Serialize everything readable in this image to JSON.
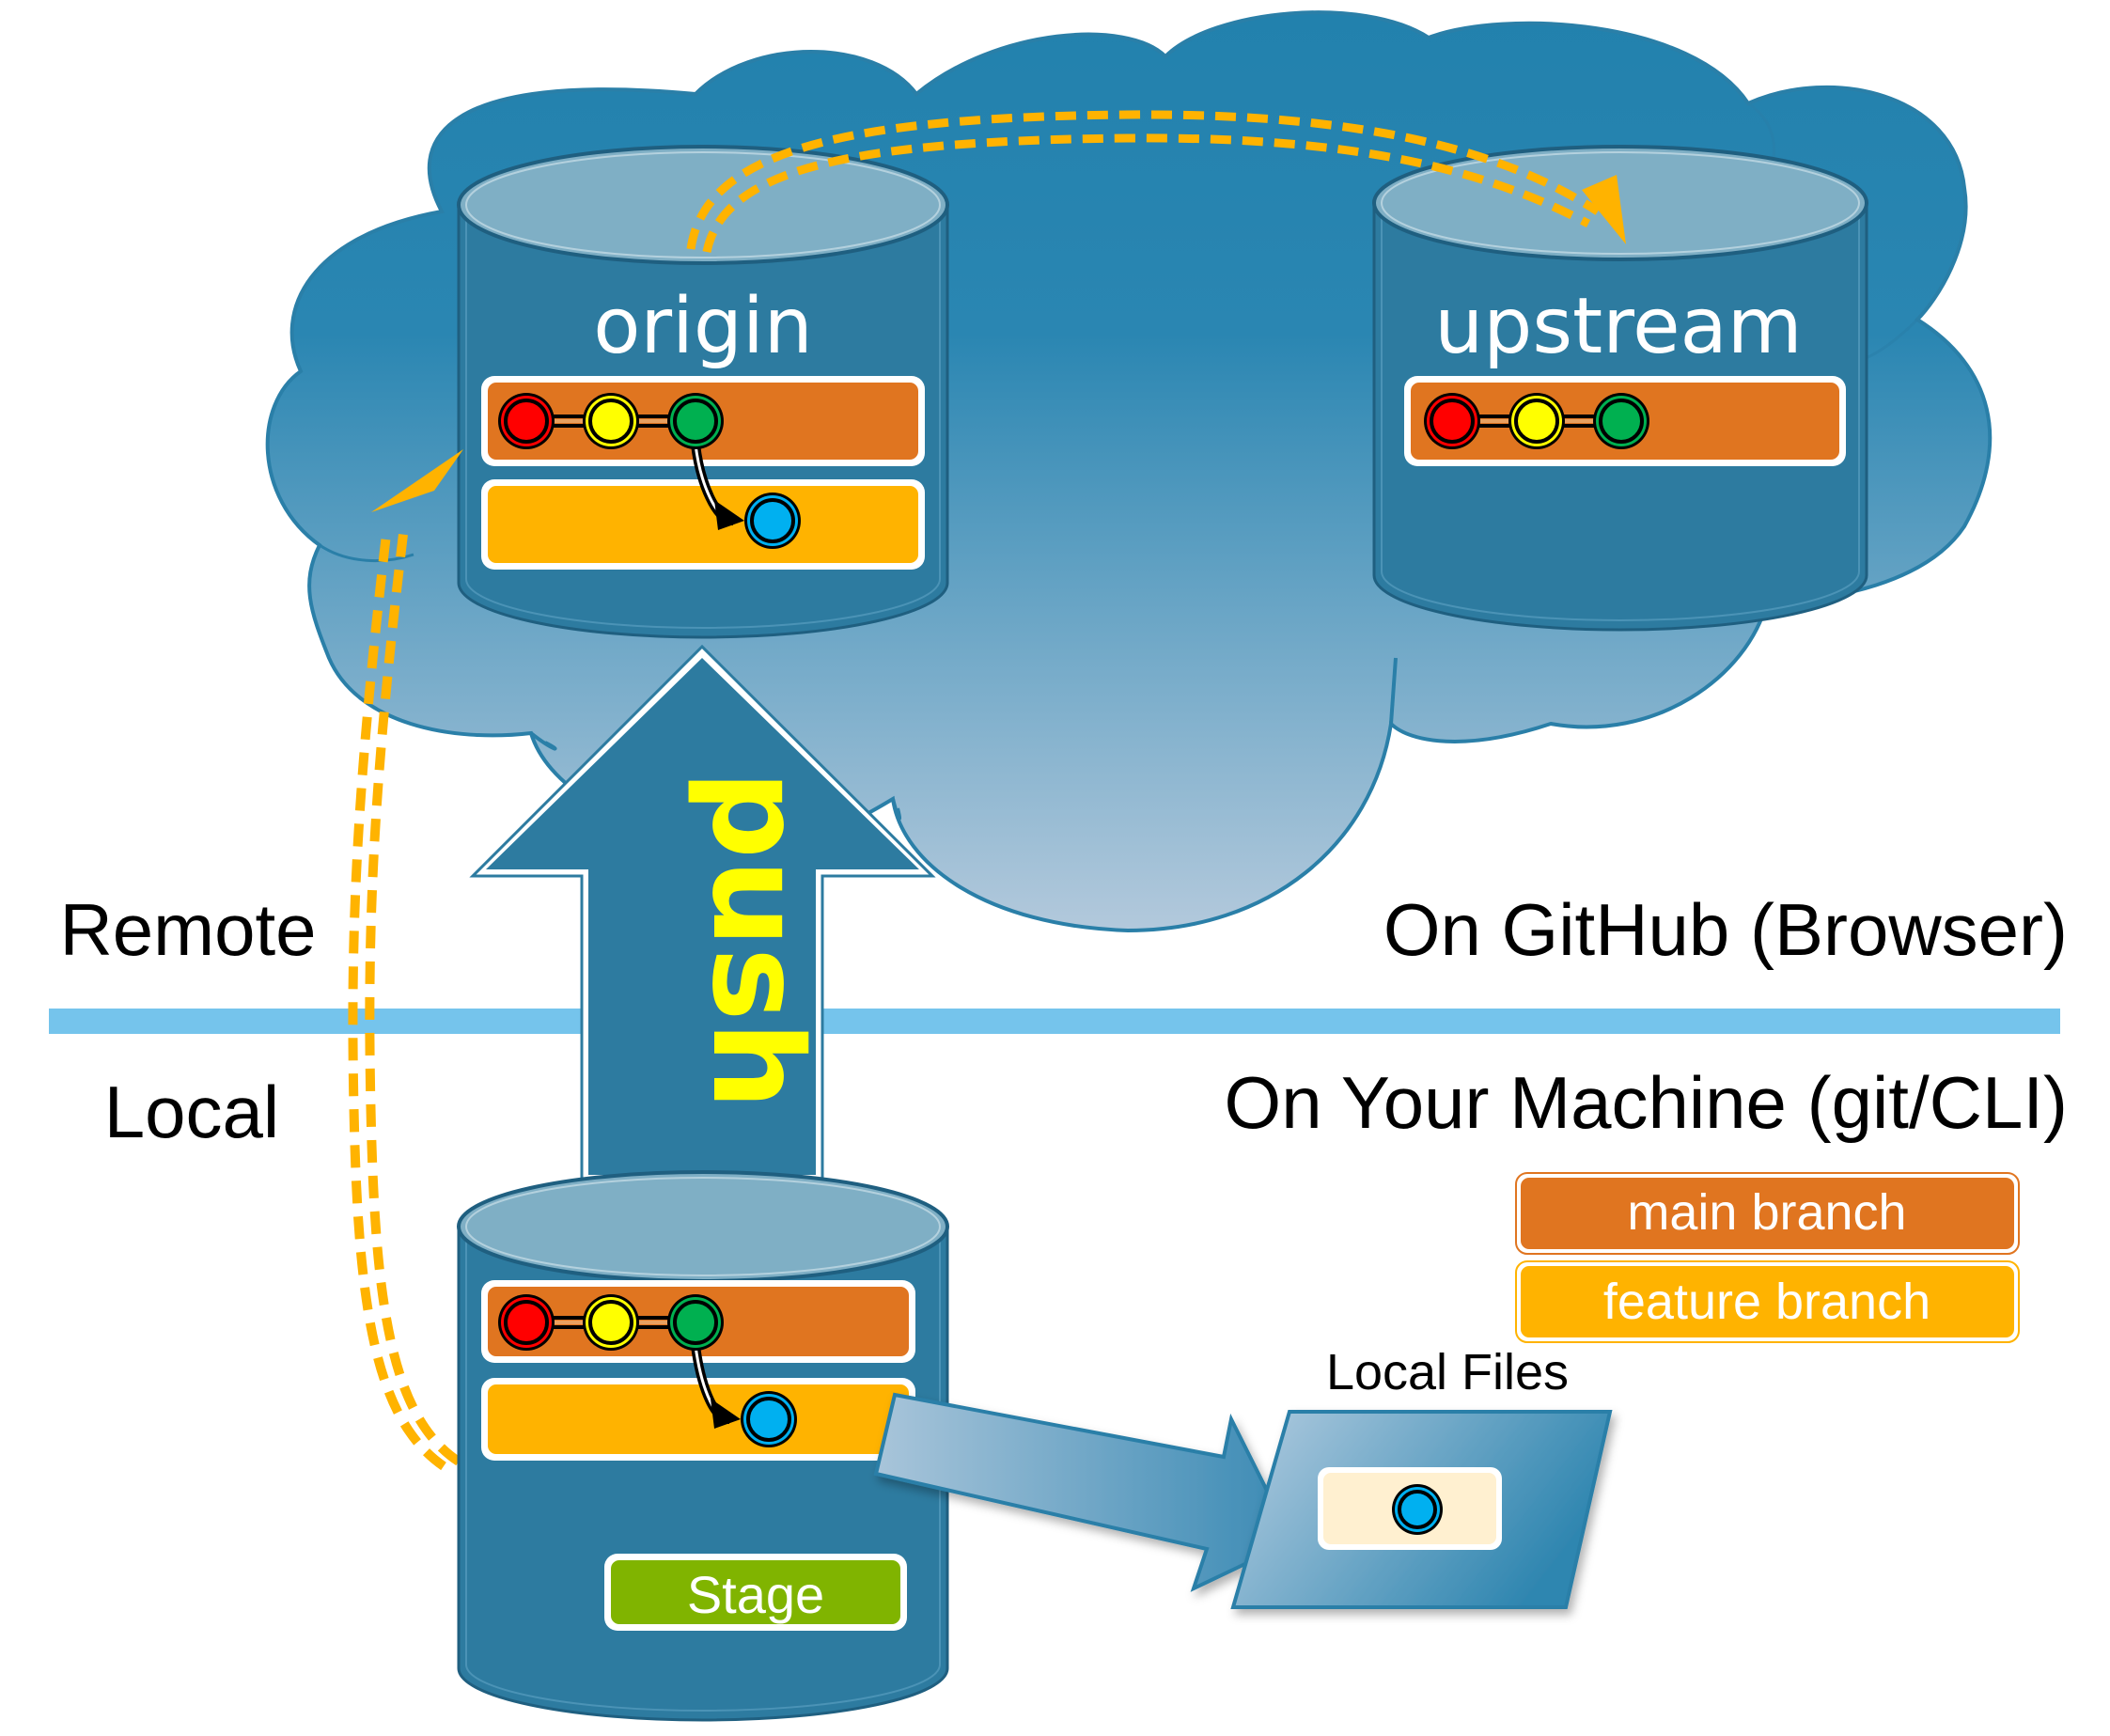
{
  "repos": {
    "origin": {
      "label": "origin",
      "main_commits": [
        "red",
        "yellow",
        "green"
      ],
      "feature_commits": [
        "blue"
      ]
    },
    "upstream": {
      "label": "upstream",
      "main_commits": [
        "red",
        "yellow",
        "green"
      ]
    },
    "local": {
      "main_commits": [
        "red",
        "yellow",
        "green"
      ],
      "feature_commits": [
        "blue"
      ],
      "stage_label": "Stage"
    }
  },
  "push_label": "push",
  "zones": {
    "remote_label": "Remote",
    "local_label": "Local",
    "remote_desc": "On GitHub (Browser)",
    "local_desc": "On Your Machine (git/CLI)"
  },
  "local_files": {
    "label": "Local Files",
    "commits": [
      "blue"
    ]
  },
  "legend": {
    "items": [
      {
        "label": "main branch",
        "color": "#e07520"
      },
      {
        "label": "feature branch",
        "color": "#ffb300"
      }
    ]
  },
  "colors": {
    "cloud_top": "#2281ad",
    "cloud_bottom": "#b3c9dc",
    "cylinder_body": "#2d7ba0",
    "cylinder_top": "#7fafc5",
    "main_branch": "#e07520",
    "feature_branch": "#ffb300",
    "stage": "#80b400",
    "divider": "#75c4ec",
    "dashed_arrow": "#ffb300",
    "push_text": "#ffff00",
    "commit_red": "#ff0000",
    "commit_yellow": "#ffff00",
    "commit_green": "#00b050",
    "commit_blue": "#00b0f0",
    "local_file_bg": "#fff0d0"
  }
}
